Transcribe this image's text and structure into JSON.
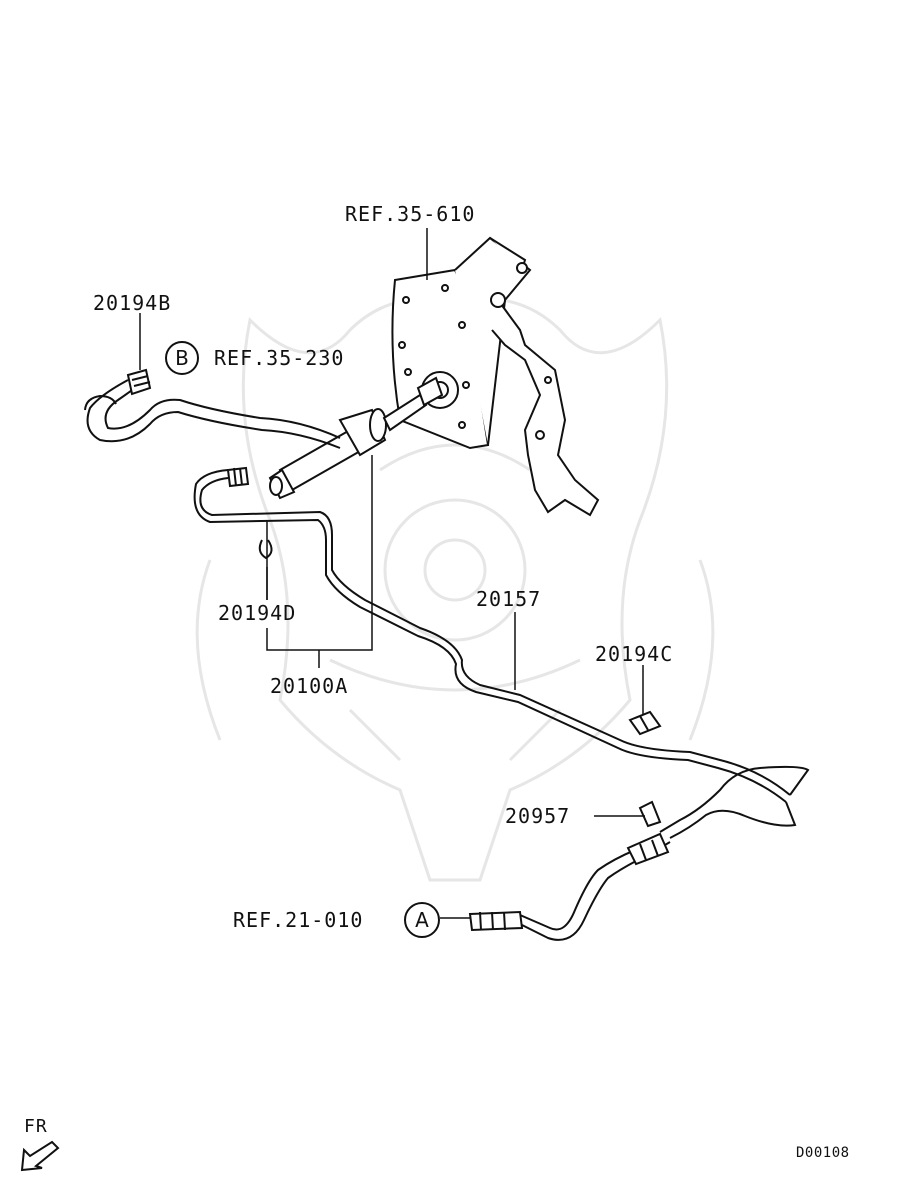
{
  "callouts": {
    "ref_35_610": "REF.35-610",
    "part_20194B": "20194B",
    "ref_35_230": "REF.35-230",
    "part_20194D": "20194D",
    "part_20100A": "20100A",
    "part_20157": "20157",
    "part_20194C": "20194C",
    "part_20957": "20957",
    "ref_21_010": "REF.21-010"
  },
  "markers": {
    "b": "B",
    "a": "A"
  },
  "orientation": {
    "label": "FR",
    "icon": "arrow-down-left-icon"
  },
  "diagram_code": "D00108",
  "colors": {
    "line": "#111111",
    "watermark": "#e6e6e6"
  }
}
